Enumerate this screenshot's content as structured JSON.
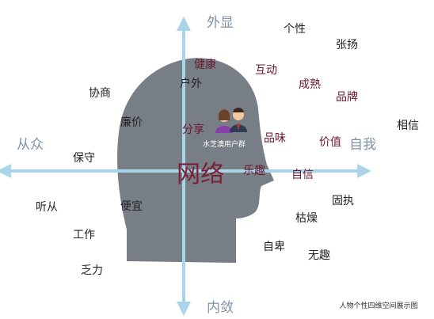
{
  "axes": {
    "top": "外显",
    "bottom": "内敛",
    "left": "从众",
    "right": "自我"
  },
  "center_label": "网络",
  "group_label": "水芝澳用户群",
  "caption": "人物个性四维空间展示图",
  "traits": [
    {
      "text": "个性",
      "color": "#222222"
    },
    {
      "text": "张扬",
      "color": "#222222"
    },
    {
      "text": "健康",
      "color": "#6b1530"
    },
    {
      "text": "互动",
      "color": "#6b1530"
    },
    {
      "text": "成熟",
      "color": "#6b1530"
    },
    {
      "text": "品牌",
      "color": "#6b1530"
    },
    {
      "text": "户外",
      "color": "#222222"
    },
    {
      "text": "协商",
      "color": "#222222"
    },
    {
      "text": "相信",
      "color": "#222222"
    },
    {
      "text": "廉价",
      "color": "#222222"
    },
    {
      "text": "分享",
      "color": "#6b1530"
    },
    {
      "text": "品味",
      "color": "#6b1530"
    },
    {
      "text": "价值",
      "color": "#6b1530"
    },
    {
      "text": "保守",
      "color": "#222222"
    },
    {
      "text": "乐趣",
      "color": "#6b1530"
    },
    {
      "text": "自信",
      "color": "#6b1530"
    },
    {
      "text": "听从",
      "color": "#222222"
    },
    {
      "text": "便宜",
      "color": "#222222"
    },
    {
      "text": "固执",
      "color": "#222222"
    },
    {
      "text": "枯燥",
      "color": "#222222"
    },
    {
      "text": "工作",
      "color": "#222222"
    },
    {
      "text": "自卑",
      "color": "#222222"
    },
    {
      "text": "无趣",
      "color": "#222222"
    },
    {
      "text": "乏力",
      "color": "#222222"
    }
  ],
  "colors": {
    "axis": "#a9d4ea",
    "head": "#787e86",
    "axis_label": "#7f93a6",
    "center_label": "#7a1f33"
  }
}
